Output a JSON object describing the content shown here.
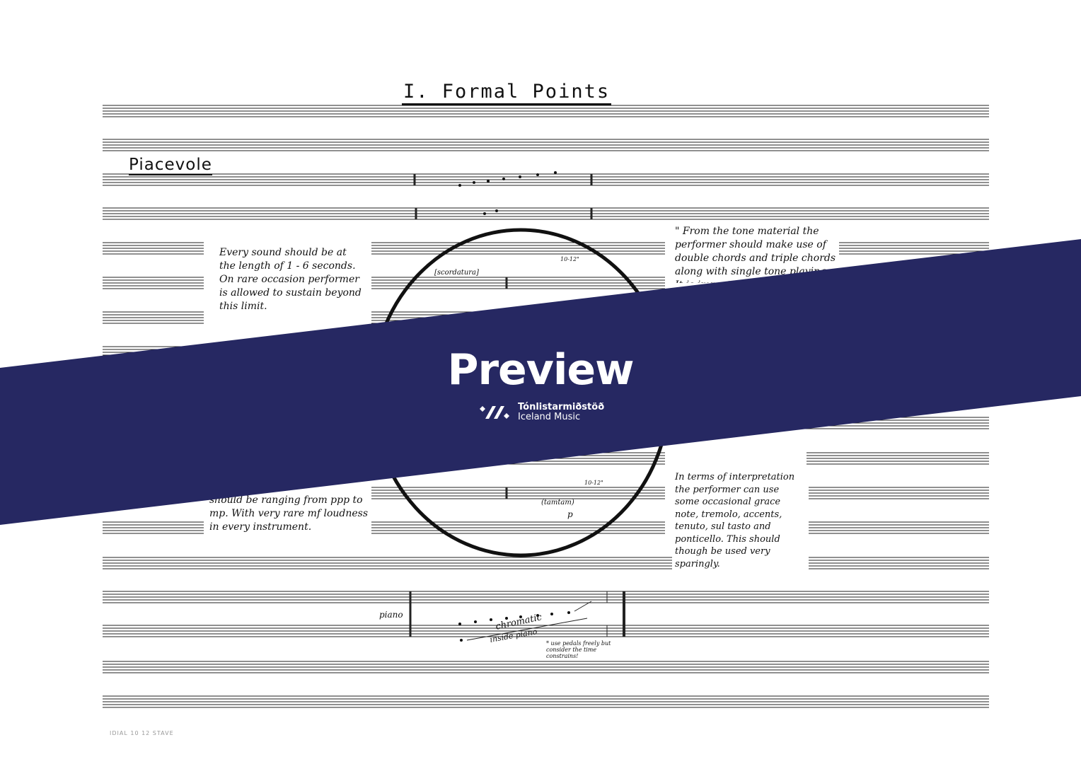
{
  "score": {
    "title": "I. Formal Points",
    "tempo": "Piacevole",
    "scordatura": "[scordatura]",
    "duration_mark_1": "10-12\"",
    "duration_mark_2": "10-12\"",
    "tamtam": "(tamtam)",
    "dynamic_p": "p",
    "piano_label": "piano",
    "chromatic": "chromatic",
    "inside_piano": "inside piano",
    "pedal_note": "* use pedals freely but consider the time constrains!"
  },
  "notes": {
    "length": "Every sound should be at the length of 1 - 6 seconds. On rare occasion performer is allowed to sustain beyond this limit.",
    "tone_material": "\" From the tone material the performer should make use of double chords and triple chords along with single tone playing. It is important to",
    "dynamics": "should be ranging from ppp to mp. With very rare mf loudness in every instrument.",
    "interpretation": "In terms of interpretation the performer can use some occasional grace note, tremolo, accents, tenuto, sul tasto and ponticello. This should though be used very sparingly."
  },
  "banner": {
    "label": "Preview",
    "brand_line1": "Tónlistarmiðstöð",
    "brand_line2": "Iceland Music",
    "color": "#262862"
  },
  "footer": "IDIAL 10     12 STAVE"
}
